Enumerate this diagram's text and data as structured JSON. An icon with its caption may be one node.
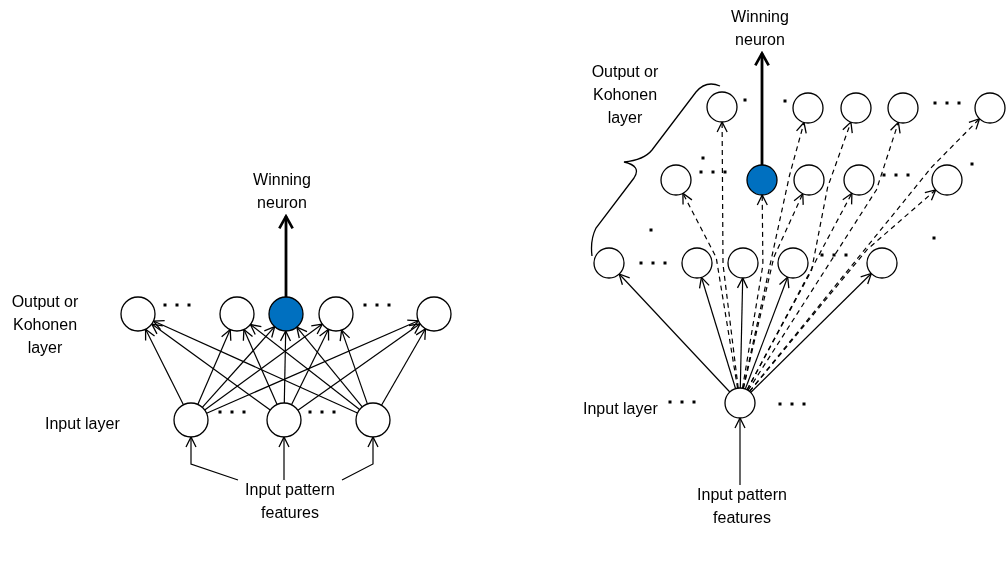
{
  "diagram": {
    "nodes": [
      {
        "text": [
          "Winning neuron"
        ]
      },
      {
        "text": [],
        "shape": "circle"
      },
      {
        "text": [],
        "shape": "circle"
      },
      {
        "text": [],
        "shape": "circle"
      },
      {
        "text": [],
        "shape": "circle"
      },
      {
        "text": [],
        "shape": "circle"
      },
      {
        "text": [],
        "shape": "circle"
      },
      {
        "text": [],
        "shape": "circle"
      },
      {
        "text": [],
        "shape": "circle"
      },
      {
        "text": [
          "Input pattern features"
        ]
      },
      {
        "text": [
          "Winning neuron"
        ]
      },
      {
        "text": [],
        "shape": "circle"
      },
      {
        "text": [],
        "shape": "circle"
      },
      {
        "text": [],
        "shape": "circle"
      },
      {
        "text": [],
        "shape": "circle"
      },
      {
        "text": [],
        "shape": "circle"
      },
      {
        "text": [],
        "shape": "circle"
      },
      {
        "text": [],
        "shape": "circle"
      },
      {
        "text": [],
        "shape": "circle"
      },
      {
        "text": [],
        "shape": "circle"
      },
      {
        "text": [],
        "shape": "circle"
      },
      {
        "text": [],
        "shape": "circle"
      },
      {
        "text": [],
        "shape": "circle"
      },
      {
        "text": [],
        "shape": "circle"
      },
      {
        "text": [],
        "shape": "circle"
      },
      {
        "text": [],
        "shape": "circle"
      },
      {
        "text": [],
        "shape": "circle"
      },
      {
        "text": [
          "Input pattern features"
        ]
      }
    ],
    "edges": [
      {
        "from": 3,
        "to": 0,
        "arrow": "to",
        "style": "thick"
      },
      {
        "from": 6,
        "to": 1,
        "arrow": "to"
      },
      {
        "from": 6,
        "to": 2,
        "arrow": "to"
      },
      {
        "from": 6,
        "to": 3,
        "arrow": "to"
      },
      {
        "from": 6,
        "to": 4,
        "arrow": "to"
      },
      {
        "from": 6,
        "to": 5,
        "arrow": "to"
      },
      {
        "from": 7,
        "to": 1,
        "arrow": "to"
      },
      {
        "from": 7,
        "to": 2,
        "arrow": "to"
      },
      {
        "from": 7,
        "to": 3,
        "arrow": "to"
      },
      {
        "from": 7,
        "to": 4,
        "arrow": "to"
      },
      {
        "from": 7,
        "to": 5,
        "arrow": "to"
      },
      {
        "from": 8,
        "to": 1,
        "arrow": "to"
      },
      {
        "from": 8,
        "to": 2,
        "arrow": "to"
      },
      {
        "from": 8,
        "to": 3,
        "arrow": "to"
      },
      {
        "from": 8,
        "to": 4,
        "arrow": "to"
      },
      {
        "from": 8,
        "to": 5,
        "arrow": "to"
      },
      {
        "from": 9,
        "to": 6,
        "arrow": "to"
      },
      {
        "from": 9,
        "to": 7,
        "arrow": "to"
      },
      {
        "from": 9,
        "to": 8,
        "arrow": "to"
      },
      {
        "from": 17,
        "to": 10,
        "arrow": "to",
        "style": "thick"
      },
      {
        "from": 26,
        "to": 21,
        "arrow": "to"
      },
      {
        "from": 26,
        "to": 22,
        "arrow": "to"
      },
      {
        "from": 26,
        "to": 23,
        "arrow": "to"
      },
      {
        "from": 26,
        "to": 24,
        "arrow": "to"
      },
      {
        "from": 26,
        "to": 25,
        "arrow": "to"
      },
      {
        "from": 26,
        "to": 11,
        "arrow": "to",
        "style": "dashed"
      },
      {
        "from": 26,
        "to": 12,
        "arrow": "to",
        "style": "dashed"
      },
      {
        "from": 26,
        "to": 13,
        "arrow": "to",
        "style": "dashed"
      },
      {
        "from": 26,
        "to": 14,
        "arrow": "to",
        "style": "dashed"
      },
      {
        "from": 26,
        "to": 15,
        "arrow": "to",
        "style": "dashed"
      },
      {
        "from": 26,
        "to": 16,
        "arrow": "to",
        "style": "dashed"
      },
      {
        "from": 26,
        "to": 17,
        "arrow": "to",
        "style": "dashed"
      },
      {
        "from": 26,
        "to": 18,
        "arrow": "to",
        "style": "dashed"
      },
      {
        "from": 26,
        "to": 19,
        "arrow": "to",
        "style": "dashed"
      },
      {
        "from": 26,
        "to": 20,
        "arrow": "to",
        "style": "dashed"
      },
      {
        "from": 27,
        "to": 26,
        "arrow": "to"
      }
    ],
    "labels": [
      "Output or Kohonen layer",
      "Input layer",
      "Output or Kohonen layer",
      "Input layer"
    ]
  }
}
